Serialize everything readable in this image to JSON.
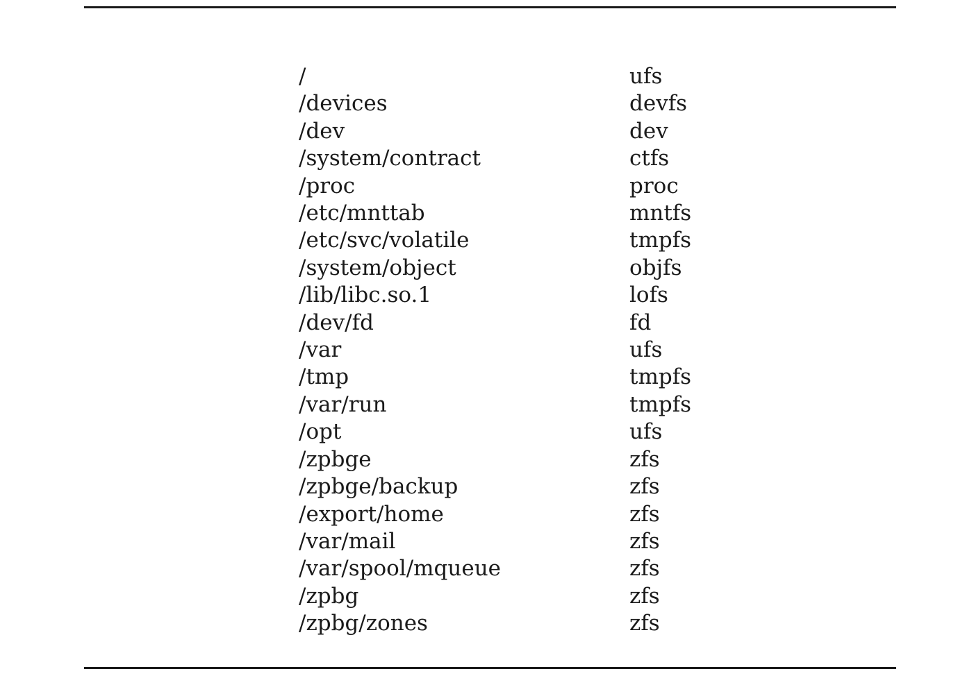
{
  "mounts": [
    {
      "path": "/",
      "fstype": "ufs"
    },
    {
      "path": "/devices",
      "fstype": "devfs"
    },
    {
      "path": "/dev",
      "fstype": "dev"
    },
    {
      "path": "/system/contract",
      "fstype": "ctfs"
    },
    {
      "path": "/proc",
      "fstype": "proc"
    },
    {
      "path": "/etc/mnttab",
      "fstype": "mntfs"
    },
    {
      "path": "/etc/svc/volatile",
      "fstype": "tmpfs"
    },
    {
      "path": "/system/object",
      "fstype": "objfs"
    },
    {
      "path": "/lib/libc.so.1",
      "fstype": "lofs"
    },
    {
      "path": "/dev/fd",
      "fstype": "fd"
    },
    {
      "path": "/var",
      "fstype": "ufs"
    },
    {
      "path": "/tmp",
      "fstype": "tmpfs"
    },
    {
      "path": "/var/run",
      "fstype": "tmpfs"
    },
    {
      "path": "/opt",
      "fstype": "ufs"
    },
    {
      "path": "/zpbge",
      "fstype": "zfs"
    },
    {
      "path": "/zpbge/backup",
      "fstype": "zfs"
    },
    {
      "path": "/export/home",
      "fstype": "zfs"
    },
    {
      "path": "/var/mail",
      "fstype": "zfs"
    },
    {
      "path": "/var/spool/mqueue",
      "fstype": "zfs"
    },
    {
      "path": "/zpbg",
      "fstype": "zfs"
    },
    {
      "path": "/zpbg/zones",
      "fstype": "zfs"
    }
  ]
}
